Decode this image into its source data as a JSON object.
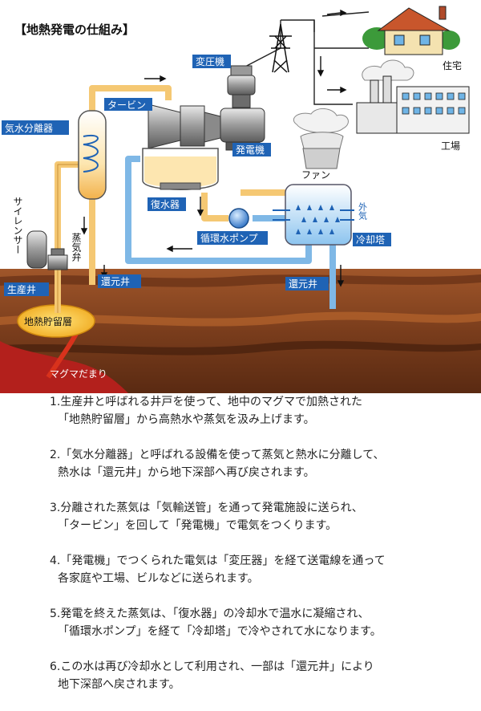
{
  "title": "【地熱発電の仕組み】",
  "labels": {
    "steam_separator": "気水分離器",
    "turbine": "タービン",
    "transformer": "変圧機",
    "generator": "発電機",
    "condenser": "復水器",
    "circulation_pump": "循環水ポンプ",
    "cooling_tower": "冷却塔",
    "fan": "ファン",
    "outside_air": "外気",
    "residence": "住宅",
    "factory": "工場",
    "silencer": "サイレンサー",
    "steam_valve": "蒸気弁",
    "production_well": "生産井",
    "reinjection_well_left": "還元井",
    "reinjection_well_right": "還元井",
    "reservoir": "地熱貯留層",
    "magma": "マグマだまり"
  },
  "colors": {
    "label_blue": "#1f63b5",
    "steam_pipe": "#f5c873",
    "water_pipe": "#7fb8e6",
    "ground": "#8a4a24",
    "magma": "#b3201c",
    "reservoir": "#f3c12b"
  },
  "steps": [
    {
      "line1": "1.生産井と呼ばれる井戸を使って、地中のマグマで加熱された",
      "line2": "「地熱貯留層」から高熱水や蒸気を汲み上げます。"
    },
    {
      "line1": "2.「気水分離器」と呼ばれる設備を使って蒸気と熱水に分離して、",
      "line2": "熱水は「還元井」から地下深部へ再び戻されます。"
    },
    {
      "line1": "3.分離された蒸気は「気輸送管」を通って発電施設に送られ、",
      "line2": "「タービン」を回して「発電機」で電気をつくります。"
    },
    {
      "line1": "4.「発電機」でつくられた電気は「変圧器」を経て送電線を通って",
      "line2": "各家庭や工場、ビルなどに送られます。"
    },
    {
      "line1": "5.発電を終えた蒸気は、「復水器」の冷却水で温水に凝縮され、",
      "line2": "「循環水ポンプ」を経て「冷却塔」で冷やされて水になります。"
    },
    {
      "line1": "6.この水は再び冷却水として利用され、一部は「還元井」により",
      "line2": "地下深部へ戻されます。"
    }
  ]
}
